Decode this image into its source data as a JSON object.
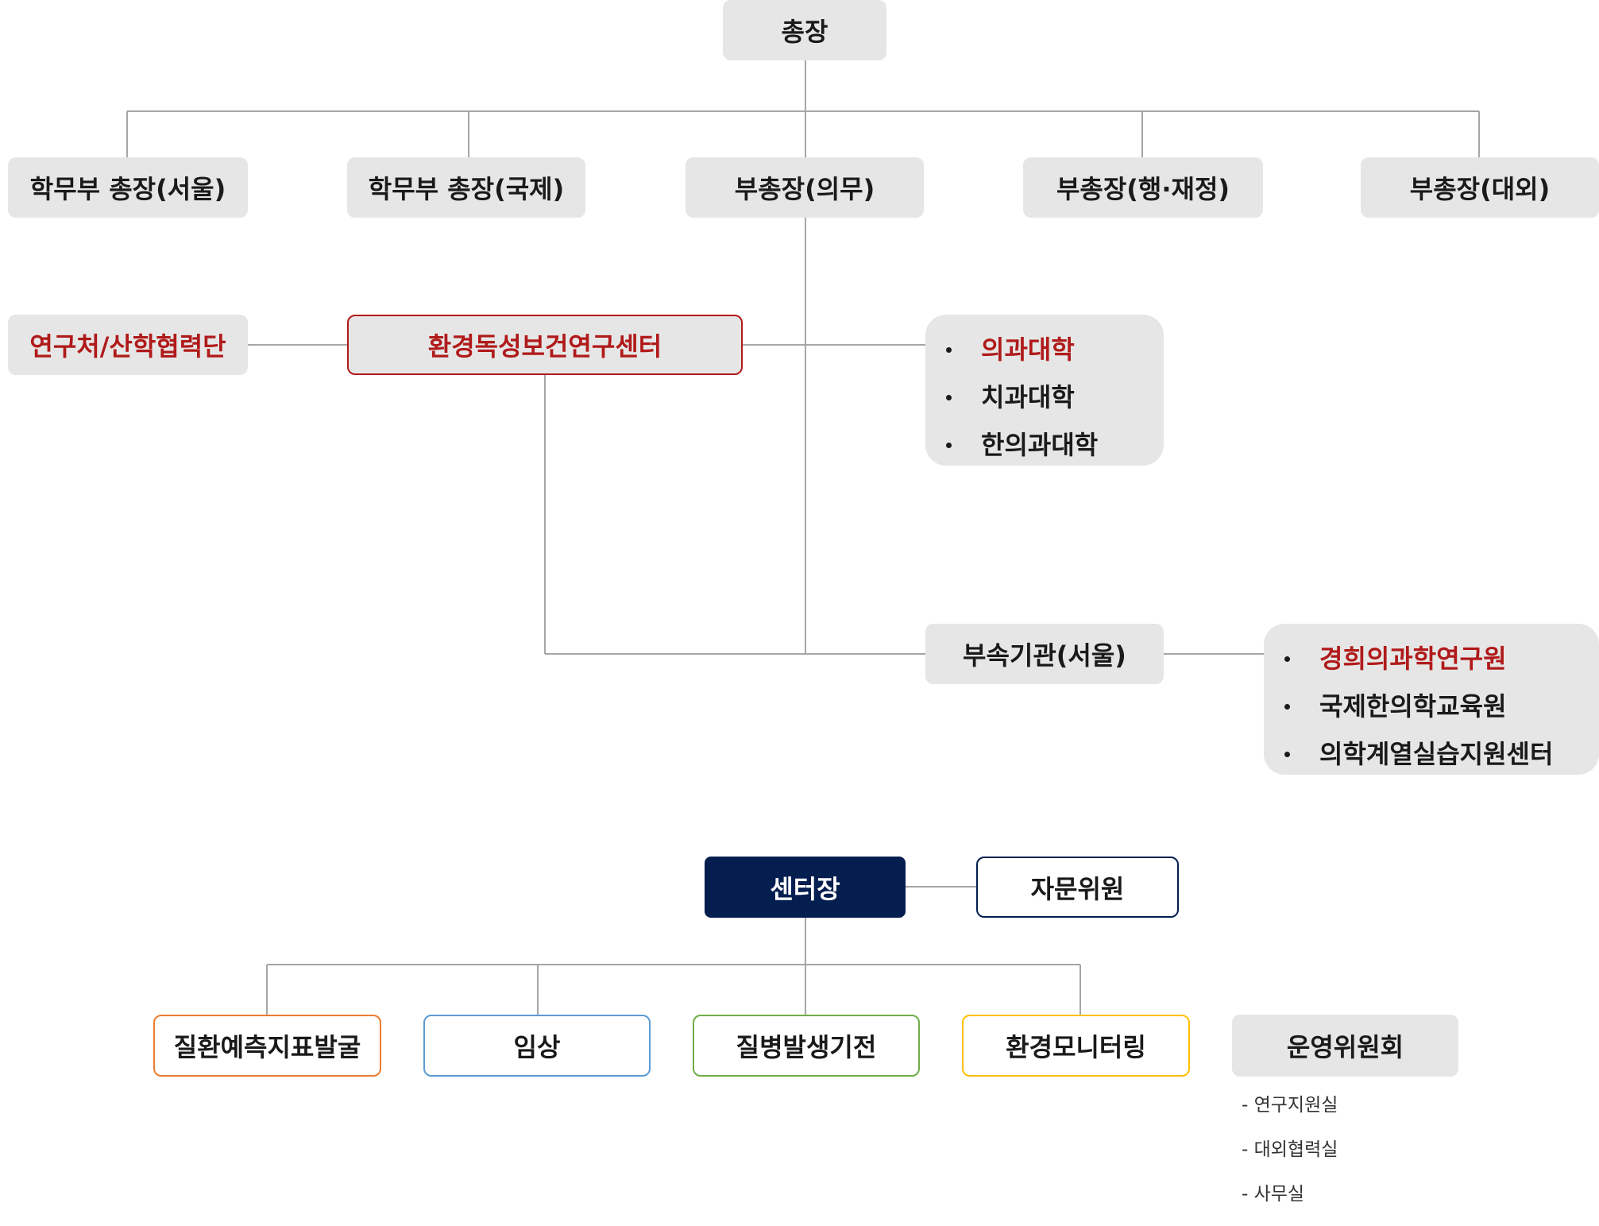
{
  "top_chart": {
    "president": "총장",
    "vice_presidents": [
      "학무부 총장(서울)",
      "학무부 총장(국제)",
      "부총장(의무)",
      "부총장(행·재정)",
      "부총장(대외)"
    ],
    "research_office": "연구처/산학협력단",
    "center": "환경독성보건연구센터",
    "colleges": [
      "의과대학",
      "치과대학",
      "한의과대학"
    ],
    "affiliate_label": "부속기관(서울)",
    "affiliates": [
      "경희의과학연구원",
      "국제한의학교육원",
      "의학계열실습지원센터"
    ]
  },
  "bottom_chart": {
    "director": "센터장",
    "advisory": "자문위원",
    "teams": [
      "질환예측지표발굴",
      "임상",
      "질병발생기전",
      "환경모니터링"
    ],
    "committee": "운영위원회",
    "committee_units": [
      "- 연구지원실",
      "- 대외협력실",
      "- 사무실"
    ]
  },
  "colors": {
    "box_grey": "#e6e6e6",
    "highlight_red": "#b01a1a",
    "navy": "#041e4f",
    "line_grey": "#a6a6a6",
    "team_orange": "#ed7d31",
    "team_blue": "#5b9bd5",
    "team_green": "#70ad47",
    "team_yellow": "#ffc000"
  }
}
